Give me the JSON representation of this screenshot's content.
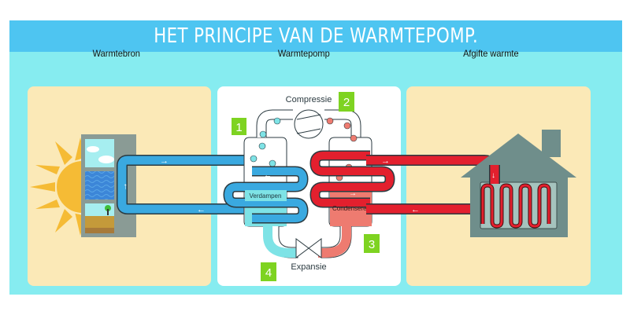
{
  "title": "HET PRINCIPE VAN DE WARMTEPOMP.",
  "columns": {
    "source": "Warmtebron",
    "pump": "Warmtepomp",
    "output": "Afgifte warmte"
  },
  "stages": [
    {
      "number": "1",
      "label": "Verdampen"
    },
    {
      "number": "2",
      "label": "Compressie"
    },
    {
      "number": "3",
      "label": "Condenseren"
    },
    {
      "number": "4",
      "label": "Expansie"
    }
  ],
  "colors": {
    "title_bar": "#4ec5f1",
    "background": "#86ecf0",
    "box_warm": "#fbe9b7",
    "box_white": "#ffffff",
    "cold_pipe": "#3aa9e0",
    "hot_pipe": "#e3202e",
    "step_badge": "#7ed321",
    "evaporator_liquid": "#7ee3e6",
    "condenser_liquid": "#ee7b70",
    "house": "#6f8e8b",
    "sun": "#f5bb35"
  }
}
